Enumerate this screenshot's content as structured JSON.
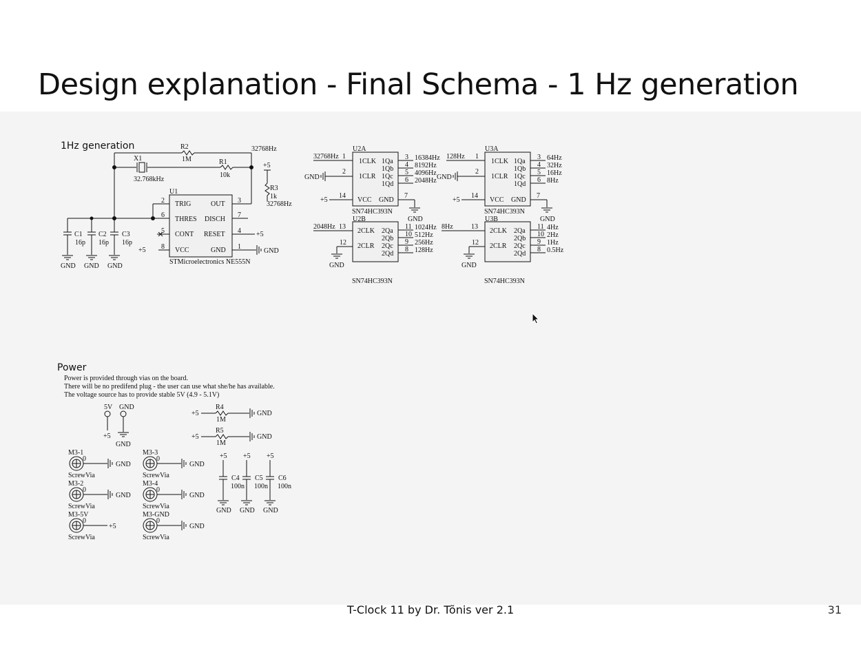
{
  "slide": {
    "title": "Design explanation - Final Schema - 1 Hz generation",
    "footer": "T-Clock 11 by Dr. Tõnis ver 2.1",
    "page_number": "31"
  },
  "gen": {
    "section_title": "1Hz generation",
    "r2_name": "R2",
    "r2_value": "1M",
    "x1_name": "X1",
    "x1_value": "32.768kHz",
    "r1_name": "R1",
    "r1_value": "10k",
    "r3_name": "R3",
    "r3_value": "1k",
    "r3_freq": "32768Hz",
    "top_freq": "32768Hz",
    "plus5_top": "+5",
    "plus5_vcc": "+5",
    "plus5_reset": "+5",
    "u1_name": "U1",
    "u1_pins": {
      "trig": "TRIG",
      "thres": "THRES",
      "cont": "CONT",
      "vcc": "VCC",
      "out": "OUT",
      "disch": "DISCH",
      "reset": "RESET",
      "gnd": "GND"
    },
    "u1_pin_nums": {
      "trig": "2",
      "thres": "6",
      "cont": "5",
      "vcc": "8",
      "out": "3",
      "disch": "7",
      "reset": "4",
      "gnd": "1"
    },
    "u1_part": "STMicroelectronics NE555N",
    "u1_gnd": "GND",
    "c1_name": "C1",
    "c1_value": "16p",
    "c2_name": "C2",
    "c2_value": "16p",
    "c3_name": "C3",
    "c3_value": "16p",
    "gnd1": "GND",
    "gnd2": "GND",
    "gnd3": "GND"
  },
  "counters": {
    "pin_labels": {
      "clk1": "1CLK",
      "clr1": "1CLR",
      "clk2": "2CLK",
      "clr2": "2CLR",
      "vcc": "VCC",
      "gnd": "GND"
    },
    "outs1": [
      "1Qa",
      "1Qb",
      "1Qc",
      "1Qd"
    ],
    "outs2": [
      "2Qa",
      "2Qb",
      "2Qc",
      "2Qd"
    ],
    "u2a": {
      "name": "U2A",
      "part": "SN74HC393N",
      "in_freq": "32768Hz",
      "clk_pin": "1",
      "clr_pin": "2",
      "gnd_in": "GND",
      "vcc_in": "+5",
      "vcc_pin": "14",
      "gnd_pin": "7",
      "gnd_out": "GND",
      "out_pins": [
        "3",
        "4",
        "5",
        "6"
      ],
      "out_freqs": [
        "16384Hz",
        "8192Hz",
        "4096Hz",
        "2048Hz"
      ]
    },
    "u3a": {
      "name": "U3A",
      "part": "SN74HC393N",
      "in_freq": "128Hz",
      "clk_pin": "1",
      "clr_pin": "2",
      "gnd_in": "GND",
      "vcc_in": "+5",
      "vcc_pin": "14",
      "gnd_pin": "7",
      "gnd_out": "GND",
      "out_pins": [
        "3",
        "4",
        "5",
        "6"
      ],
      "out_freqs": [
        "64Hz",
        "32Hz",
        "16Hz",
        "8Hz"
      ]
    },
    "u2b": {
      "name": "U2B",
      "part": "SN74HC393N",
      "in_freq": "2048Hz",
      "clk_pin": "13",
      "clr_pin": "12",
      "gnd_in": "GND",
      "out_pins": [
        "11",
        "10",
        "9",
        "8"
      ],
      "out_freqs": [
        "1024Hz",
        "512Hz",
        "256Hz",
        "128Hz"
      ]
    },
    "u3b": {
      "name": "U3B",
      "part": "SN74HC393N",
      "in_freq": "8Hz",
      "clk_pin": "13",
      "clr_pin": "12",
      "gnd_in": "GND",
      "out_pins": [
        "11",
        "10",
        "9",
        "8"
      ],
      "out_freqs": [
        "4Hz",
        "2Hz",
        "1Hz",
        "0.5Hz"
      ]
    }
  },
  "power": {
    "section_title": "Power",
    "desc1": "Power is provided through vias on the board.",
    "desc2": "There will be no predifend plug - the user can use what she/he has available.",
    "desc3": "The voltage source has to provide stable 5V (4.9 - 5.1V)",
    "tp_5v": "5V",
    "tp_gnd": "GND",
    "tp_plus5": "+5",
    "tp_gnd_below": "GND",
    "r4_name": "R4",
    "r4_value": "1M",
    "r4_plus": "+5",
    "r4_gnd": "GND",
    "r5_name": "R5",
    "r5_value": "1M",
    "r5_plus": "+5",
    "r5_gnd": "GND",
    "vias": [
      {
        "name": "M3-1",
        "pin": "0",
        "type": "ScrewVia",
        "net": "GND"
      },
      {
        "name": "M3-3",
        "pin": "0",
        "type": "ScrewVia",
        "net": "GND"
      },
      {
        "name": "M3-2",
        "pin": "0",
        "type": "ScrewVia",
        "net": "GND"
      },
      {
        "name": "M3-4",
        "pin": "0",
        "type": "ScrewVia",
        "net": "GND"
      },
      {
        "name": "M3-5V",
        "pin": "0",
        "type": "ScrewVia",
        "net": "+5"
      },
      {
        "name": "M3-GND",
        "pin": "0",
        "type": "ScrewVia",
        "net": "GND"
      }
    ],
    "caps": [
      {
        "name": "C4",
        "value": "100n",
        "top": "+5",
        "bottom": "GND"
      },
      {
        "name": "C5",
        "value": "100n",
        "top": "+5",
        "bottom": "GND"
      },
      {
        "name": "C6",
        "value": "100n",
        "top": "+5",
        "bottom": "GND"
      }
    ]
  }
}
